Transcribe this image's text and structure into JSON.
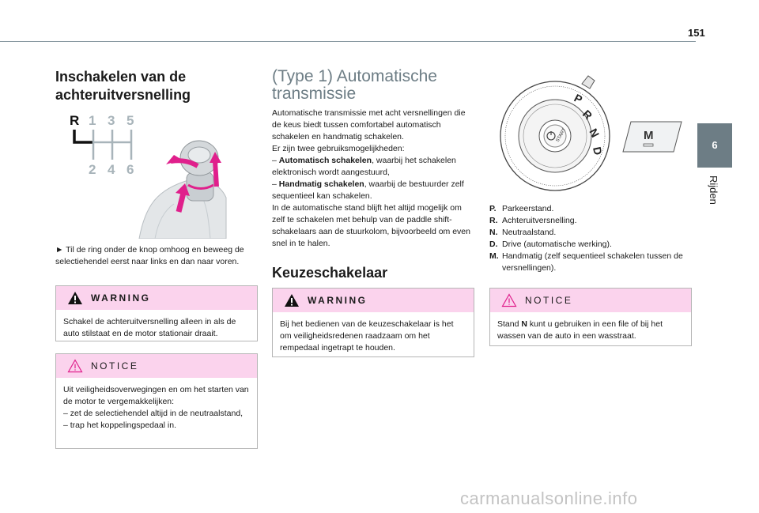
{
  "page": {
    "number": "151"
  },
  "side_tab": {
    "number": "6",
    "label": "Rijden"
  },
  "col1": {
    "heading": "Inschakelen van de achteruitversnelling",
    "gear_labels": {
      "r": "R",
      "g1": "1",
      "g3": "3",
      "g5": "5",
      "g2": "2",
      "g4": "4",
      "g6": "6"
    },
    "instruction": "► Til de ring onder de knop omhoog en beweeg de selectiehendel eerst naar links en dan naar voren.",
    "warning": {
      "label": "WARNING",
      "text": "Schakel de achteruitversnelling alleen in als de auto stilstaat en de motor stationair draait."
    },
    "notice": {
      "label": "NOTICE",
      "lines": [
        "Uit veiligheidsoverwegingen en om het starten van de motor te vergemakkelijken:",
        "– zet de selectiehendel altijd in de neutraalstand,",
        "– trap het koppelingspedaal in."
      ]
    }
  },
  "col2": {
    "heading": "(Type 1) Automatische transmissie",
    "intro": "Automatische transmissie met acht versnellingen die de keus biedt tussen comfortabel automatisch schakelen en handmatig schakelen.",
    "modes_intro": "Er zijn twee gebruiksmogelijkheden:",
    "mode1_bold": "Automatisch schakelen",
    "mode1_rest": ", waarbij het schakelen elektronisch wordt aangestuurd,",
    "mode2_bold": "Handmatig schakelen",
    "mode2_rest": ", waarbij de bestuurder zelf sequentieel kan schakelen.",
    "outro": "In de automatische stand blijft het altijd mogelijk om zelf te schakelen met behulp van de paddle shift-schakelaars aan de stuurkolom, bijvoorbeeld om even snel in te halen.",
    "subheading": "Keuzeschakelaar",
    "warning": {
      "label": "WARNING",
      "text": "Bij het bedienen van de keuzeschakelaar is het om veiligheidsredenen raadzaam om het rempedaal ingetrapt te houden."
    }
  },
  "col3": {
    "selector": {
      "p": "P",
      "r": "R",
      "n": "N",
      "d": "D",
      "start": "START",
      "m": "M"
    },
    "list": [
      {
        "key": "P.",
        "text": "Parkeerstand."
      },
      {
        "key": "R.",
        "text": "Achteruitversnelling."
      },
      {
        "key": "N.",
        "text": "Neutraalstand."
      },
      {
        "key": "D.",
        "text": "Drive (automatische werking)."
      },
      {
        "key": "M.",
        "text": "Handmatig (zelf sequentieel schakelen tussen de versnellingen)."
      }
    ],
    "notice": {
      "label": "NOTICE",
      "text_pre": "Stand ",
      "text_bold": "N",
      "text_post": " kunt u gebruiken in een file of bij het wassen van de auto in een wasstraat."
    }
  },
  "watermark": "carmanualsonline.info",
  "colors": {
    "accent_pink": "#fbd3ed",
    "tab_gray": "#6d7d85",
    "arrow_magenta": "#e0208c"
  }
}
